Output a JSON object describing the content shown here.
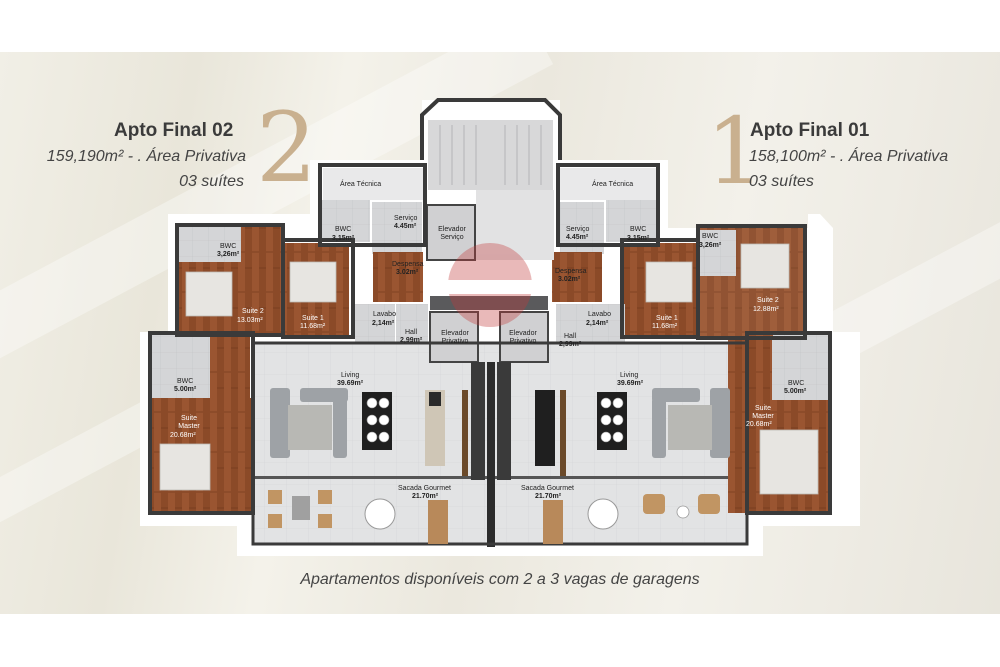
{
  "apto_left": {
    "number": "2",
    "title": "Apto Final 02",
    "area": "159,190m² - . Área Privativa",
    "suites": "03 suítes"
  },
  "apto_right": {
    "number": "1",
    "title": "Apto Final 01",
    "area": "158,100m² - . Área Privativa",
    "suites": "03 suítes"
  },
  "caption": "Apartamentos disponíveis com 2 a 3 vagas de garagens",
  "rooms": {
    "area_tecnica_l": "Área Técnica",
    "area_tecnica_r": "Área Técnica",
    "elevador_servico": "Elevador Serviço",
    "elevador_privativo_l": "Elevador Privativo",
    "elevador_privativo_r": "Elevador Privativo",
    "l_bwc_top": "BWC",
    "l_bwc_top_area": "3,26m²",
    "l_suite2": "Suite 2",
    "l_suite2_area": "13.03m²",
    "l_bwc_s1": "BWC",
    "l_bwc_s1_area": "3,15m²",
    "l_servico": "Serviço",
    "l_servico_area": "4.45m²",
    "l_despensa": "Despensa",
    "l_despensa_area": "3.02m²",
    "l_suite1": "Suite 1",
    "l_suite1_area": "11.68m²",
    "l_lavabo": "Lavabo",
    "l_lavabo_area": "2,14m²",
    "l_hall": "Hall",
    "l_hall_area": "2,99m²",
    "l_bwc_master": "BWC",
    "l_bwc_master_area": "5.00m²",
    "l_suite_master": "Suite Master",
    "l_suite_master_area": "20.68m²",
    "l_living": "Living",
    "l_living_area": "39.69m²",
    "l_sacada": "Sacada Gourmet",
    "l_sacada_area": "21.70m²",
    "r_bwc_top": "BWC",
    "r_bwc_top_area": "3,26m²",
    "r_suite2": "Suite 2",
    "r_suite2_area": "12.88m²",
    "r_bwc_s1": "BWC",
    "r_bwc_s1_area": "3,15m²",
    "r_servico": "Serviço",
    "r_servico_area": "4.45m²",
    "r_despensa": "Despensa",
    "r_despensa_area": "3.02m²",
    "r_suite1": "Suite 1",
    "r_suite1_area": "11.68m²",
    "r_lavabo": "Lavabo",
    "r_lavabo_area": "2,14m²",
    "r_hall": "Hall",
    "r_hall_area": "2,99m²",
    "r_bwc_master": "BWC",
    "r_bwc_master_area": "5.00m²",
    "r_suite_master": "Suite Master",
    "r_suite_master_area": "20.68m²",
    "r_living": "Living",
    "r_living_area": "39.69m²",
    "r_sacada": "Sacada Gourmet",
    "r_sacada_area": "21.70m²"
  },
  "colors": {
    "accent_number": "#c9b08f",
    "wood_floor": "#8a4a2a",
    "tile_floor": "#cfd0d2",
    "wall": "#3a3a3a"
  }
}
